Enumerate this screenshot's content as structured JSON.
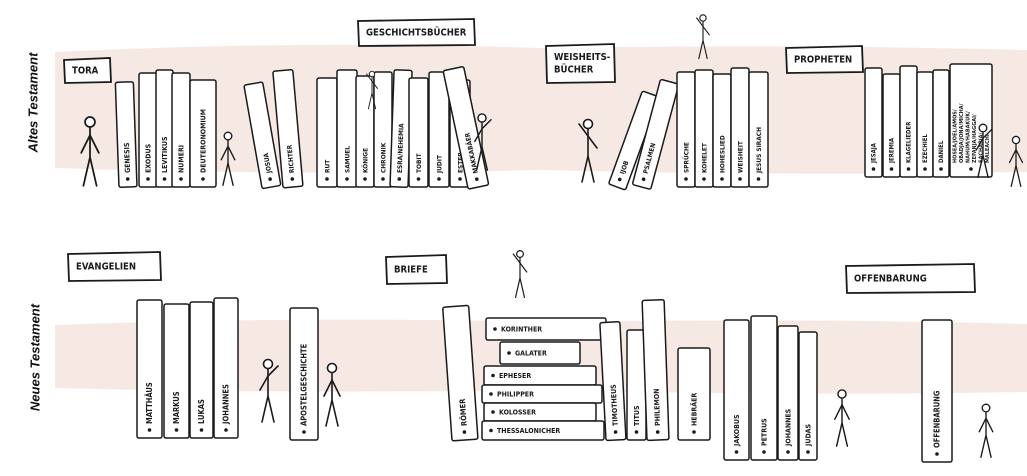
{
  "rows": {
    "old": "Altes Testament",
    "new": "Neues Testament"
  },
  "colors": {
    "band": "#f6e9e4",
    "ink": "#1a1a1a",
    "book_fill": "#ffffff"
  },
  "sections": {
    "tora": "TORA",
    "geschichte": "GESCHICHTSBÜCHER",
    "weisheit_1": "WEISHEITS-",
    "weisheit_2": "BÜCHER",
    "propheten": "PROPHETEN",
    "evangelien": "EVANGELIEN",
    "briefe": "BRIEFE",
    "offenbarung": "OFFENBARUNG"
  },
  "books": {
    "tora": [
      "GENESIS",
      "EXODUS",
      "LEVITIKUS",
      "NUMERI",
      "DEUTERONOMIUM"
    ],
    "geschichte": [
      "JOSUA",
      "RICHTER",
      "RUT",
      "SAMUEL",
      "KÖNIGE",
      "CHRONIK",
      "ESRA/NEHEMIA",
      "TOBIT",
      "JUDIT",
      "ESTER",
      "MAKKABÄER"
    ],
    "weisheit": [
      "IJOB",
      "PSALMEN",
      "SPRÜCHE",
      "KOHELET",
      "HOHESLIED",
      "WEISHEIT",
      "JESUS SIRACH"
    ],
    "propheten": [
      "JESAJA",
      "JEREMIA",
      "KLAGELIEDER",
      "EZECHIEL",
      "DANIEL"
    ],
    "propheten_minor": [
      "HOSEA/JOEL/AMOS/",
      "OBADJA/JONA/MICHA/",
      "NAHUM/HABAKUK/",
      "ZEFANJA/HAGGAI/",
      "SACHARJA/",
      "MALEACHI"
    ],
    "evangelien": [
      "MATTHÄUS",
      "MARKUS",
      "LUKAS",
      "JOHANNES"
    ],
    "apg": "APOSTELGESCHICHTE",
    "roemer": "RÖMER",
    "stack": [
      "KORINTHER",
      "GALATER",
      "EPHESER",
      "PHILIPPER",
      "KOLOSSER",
      "THESSALONICHER"
    ],
    "pastoral": [
      "TIMOTHEUS",
      "TITUS",
      "PHILEMON"
    ],
    "hebraeer": "HEBRÄER",
    "katholisch": [
      "JAKOBUS",
      "PETRUS",
      "JOHANNES",
      "JUDAS"
    ],
    "offenbarung": "OFFENBARUNG"
  }
}
